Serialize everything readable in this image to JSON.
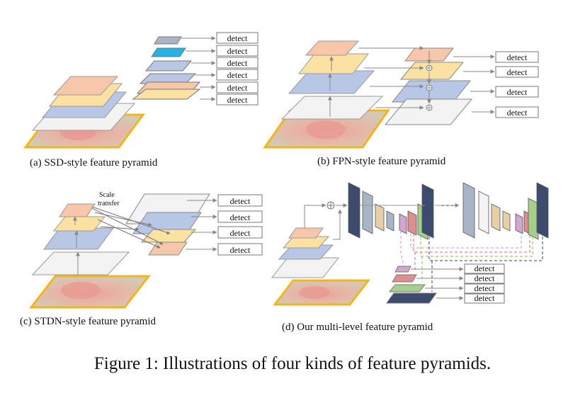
{
  "panels": {
    "a": {
      "caption": "(a) SSD-style feature pyramid"
    },
    "b": {
      "caption": "(b) FPN-style feature pyramid"
    },
    "c": {
      "caption": "(c) STDN-style feature pyramid",
      "annotation_line1": "Scale",
      "annotation_line2": "transfer"
    },
    "d": {
      "caption": "(d) Our multi-level feature pyramid",
      "ellipsis": "· · ·"
    }
  },
  "detect_label": "detect",
  "figure_caption": "Figure 1: Illustrations of four kinds of feature pyramids.",
  "colors": {
    "salmon": "#f8c7aa",
    "yellow": "#fbe2a3",
    "blue": "#b9c7e6",
    "gray": "#f3f3f3",
    "cyan": "#22b2e6",
    "navy": "#3d4c6e",
    "slate": "#aab4c7",
    "tan": "#e7cfa8",
    "mauve": "#d2a6cf",
    "red": "#dd8e8e",
    "green": "#a7cf8c",
    "image_border": "#f3b51d",
    "image_bg": "#d7c2a8"
  }
}
